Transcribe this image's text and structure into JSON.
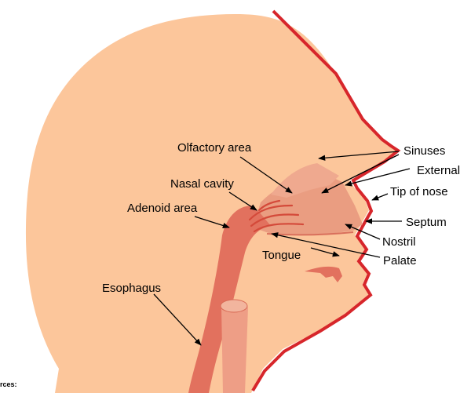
{
  "labels": {
    "olfactory_area": "Olfactory area",
    "nasal_cavity": "Nasal cavity",
    "adenoid_area": "Adenoid area",
    "esophagus": "Esophagus",
    "tongue": "Tongue",
    "sinuses": "Sinuses",
    "external": "External",
    "tip_of_nose": "Tip of nose",
    "septum": "Septum",
    "nostril": "Nostril",
    "palate": "Palate"
  },
  "footer": {
    "sources_label": "rces:"
  },
  "colors": {
    "skin": "#FCC69B",
    "profile_outline": "#D7262B",
    "nasal_tissue": "#E8987E",
    "airway": "#E2715E",
    "vessels": "#D44A3A"
  }
}
